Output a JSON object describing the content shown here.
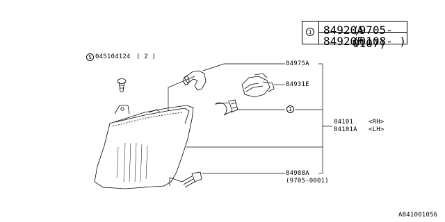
{
  "legend": {
    "ref_mark": "1",
    "rows": [
      {
        "part": "84920A",
        "range": "(9705-0107)"
      },
      {
        "part": "84920F",
        "range": "(0108-    )"
      }
    ]
  },
  "screw": {
    "mark": "S",
    "part": "045104124",
    "qty": "( 2 )"
  },
  "callouts": {
    "socket": "84975A",
    "bulb_holder": "84931E",
    "bulb_ref_mark": "1",
    "lamp_rh_part": "84101",
    "lamp_rh_side": "<RH>",
    "lamp_lh_part": "84101A",
    "lamp_lh_side": "<LH>",
    "bolt_part": "84988A",
    "bolt_range": "(9705-0001)"
  },
  "catalog_code": "A841001056"
}
